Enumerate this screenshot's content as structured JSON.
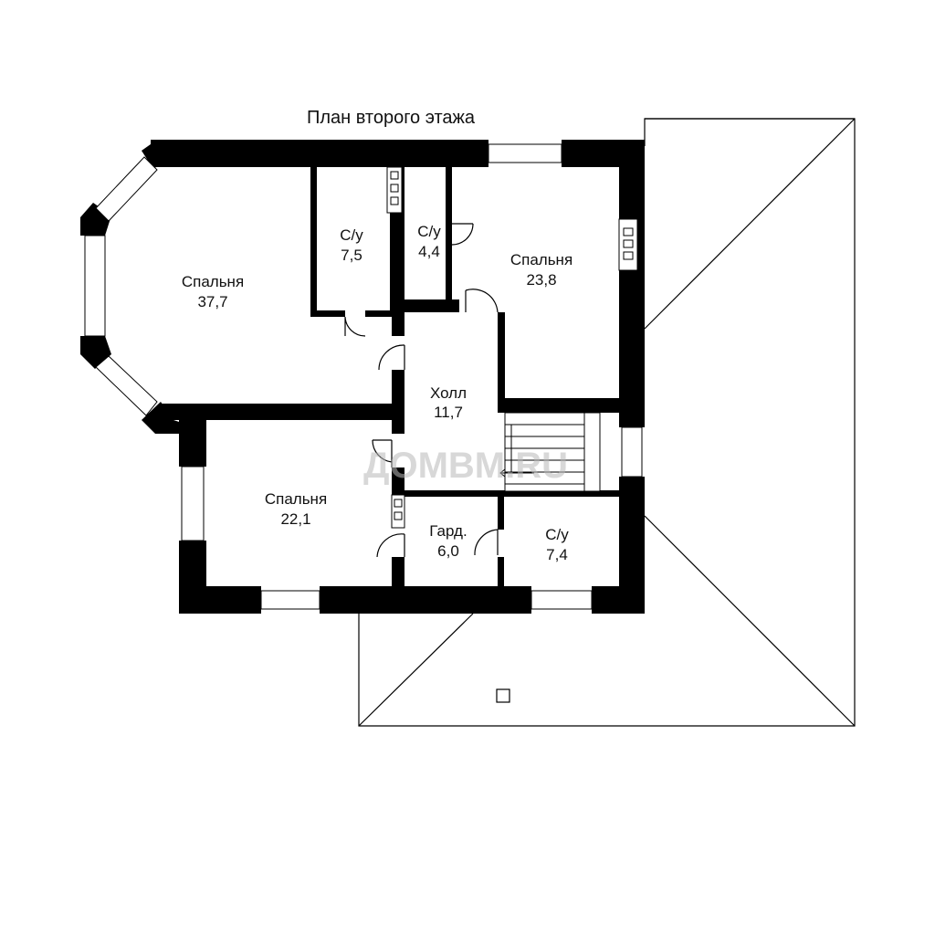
{
  "plan": {
    "title": "План второго этажа",
    "watermark": "ДОМВМ.RU",
    "rooms": [
      {
        "id": "bed1",
        "name": "Спальня",
        "area": "37,7"
      },
      {
        "id": "wc1",
        "name": "С/у",
        "area": "7,5"
      },
      {
        "id": "wc2",
        "name": "С/у",
        "area": "4,4"
      },
      {
        "id": "bed2",
        "name": "Спальня",
        "area": "23,8"
      },
      {
        "id": "hall",
        "name": "Холл",
        "area": "11,7"
      },
      {
        "id": "bed3",
        "name": "Спальня",
        "area": "22,1"
      },
      {
        "id": "closet",
        "name": "Гард.",
        "area": "6,0"
      },
      {
        "id": "wc3",
        "name": "С/у",
        "area": "7,4"
      }
    ]
  }
}
